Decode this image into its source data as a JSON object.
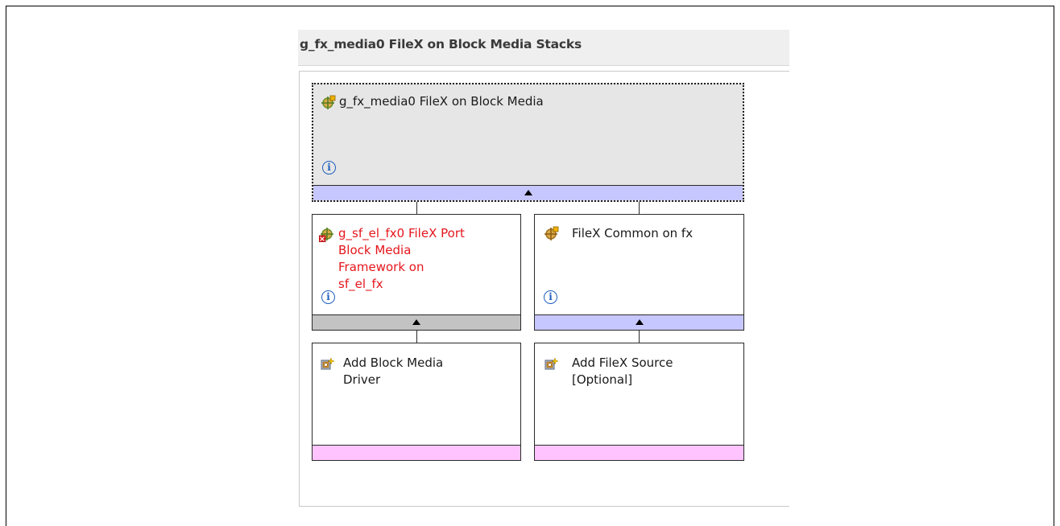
{
  "panel": {
    "title": "g_fx_media0 FileX on Block Media Stacks"
  },
  "modules": {
    "top": {
      "label": "g_fx_media0 FileX on Block Media",
      "icon": "module-gear-icon",
      "info_glyph": "i",
      "bar_color": "#c7c7ff"
    },
    "left": {
      "label_lines": [
        "g_sf_el_fx0 FileX Port",
        "Block Media",
        "Framework on",
        "sf_el_fx"
      ],
      "icon": "module-error-icon",
      "info_glyph": "i",
      "label_color": "#e5151c",
      "bar_color": "#c3c3c3"
    },
    "right": {
      "label": "FileX Common on fx",
      "icon": "module-gear-icon",
      "info_glyph": "i",
      "bar_color": "#c7c7ff"
    },
    "add_driver": {
      "label_lines": [
        "Add Block Media",
        "Driver"
      ],
      "icon": "add-module-icon",
      "bar_color": "#ffc4ff"
    },
    "add_source": {
      "label_lines": [
        "Add FileX Source",
        "[Optional]"
      ],
      "icon": "add-module-icon",
      "bar_color": "#ffc4ff"
    }
  }
}
